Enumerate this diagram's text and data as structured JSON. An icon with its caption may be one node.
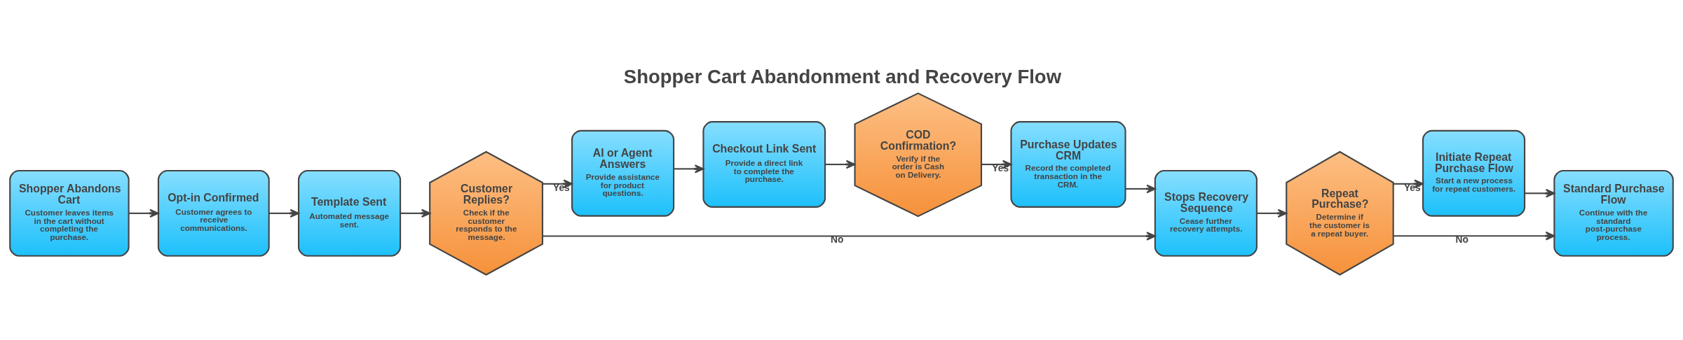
{
  "diagram": {
    "title": "Shopper Cart Abandonment and Recovery Flow",
    "nodes": [
      {
        "text": [
          "Shopper Abandons Cart",
          "Customer leaves items in the cart without completing the purchase."
        ]
      },
      {
        "text": [
          "Opt-in Confirmed",
          "Customer agrees to receive communications."
        ]
      },
      {
        "text": [
          "Template Sent",
          "Automated message sent."
        ]
      },
      {
        "text": [
          "Customer Replies?",
          "Check if the customer responds to the message."
        ]
      },
      {
        "text": [
          "AI or Agent Answers",
          "Provide assistance for product questions."
        ]
      },
      {
        "text": [
          "Checkout Link Sent",
          "Provide a direct link to complete the purchase."
        ]
      },
      {
        "text": [
          "COD Confirmation?",
          "Verify if the order is Cash on Delivery."
        ]
      },
      {
        "text": [
          "Purchase Updates CRM",
          "Record the completed transaction in the CRM."
        ]
      },
      {
        "text": [
          "Stops Recovery Sequence",
          "Cease further recovery attempts."
        ]
      },
      {
        "text": [
          "Repeat Purchase?",
          "Determine if the customer is a repeat buyer."
        ]
      },
      {
        "text": [
          "Initiate Repeat Purchase Flow",
          "Start a new process for repeat customers."
        ]
      },
      {
        "text": [
          "Standard Purchase Flow",
          "Continue with the standard post-purchase process."
        ]
      }
    ],
    "edges": [
      {
        "from": 0,
        "to": 1,
        "arrow": "to"
      },
      {
        "from": 1,
        "to": 2,
        "arrow": "to"
      },
      {
        "from": 2,
        "to": 3,
        "arrow": "to"
      },
      {
        "from": 3,
        "to": 4,
        "arrow": "to",
        "label": "Yes"
      },
      {
        "from": 3,
        "to": 8,
        "arrow": "to",
        "label": "No"
      },
      {
        "from": 4,
        "to": 5,
        "arrow": "to"
      },
      {
        "from": 5,
        "to": 6,
        "arrow": "to"
      },
      {
        "from": 6,
        "to": 7,
        "arrow": "to",
        "label": "Yes"
      },
      {
        "from": 7,
        "to": 8,
        "arrow": "to"
      },
      {
        "from": 8,
        "to": 9,
        "arrow": "to"
      },
      {
        "from": 9,
        "to": 10,
        "arrow": "to",
        "label": "Yes"
      },
      {
        "from": 9,
        "to": 11,
        "arrow": "to",
        "label": "No"
      },
      {
        "from": 10,
        "to": 11,
        "arrow": "to"
      }
    ]
  }
}
